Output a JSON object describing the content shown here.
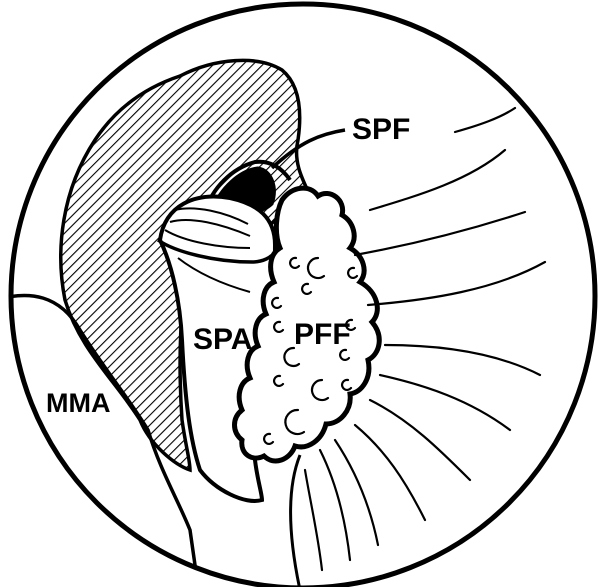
{
  "labels": {
    "spf": "SPF",
    "spa": "SPA",
    "pff": "PFF",
    "mma": "MMA"
  },
  "colors": {
    "ink": "#000000",
    "paper": "#ffffff"
  }
}
